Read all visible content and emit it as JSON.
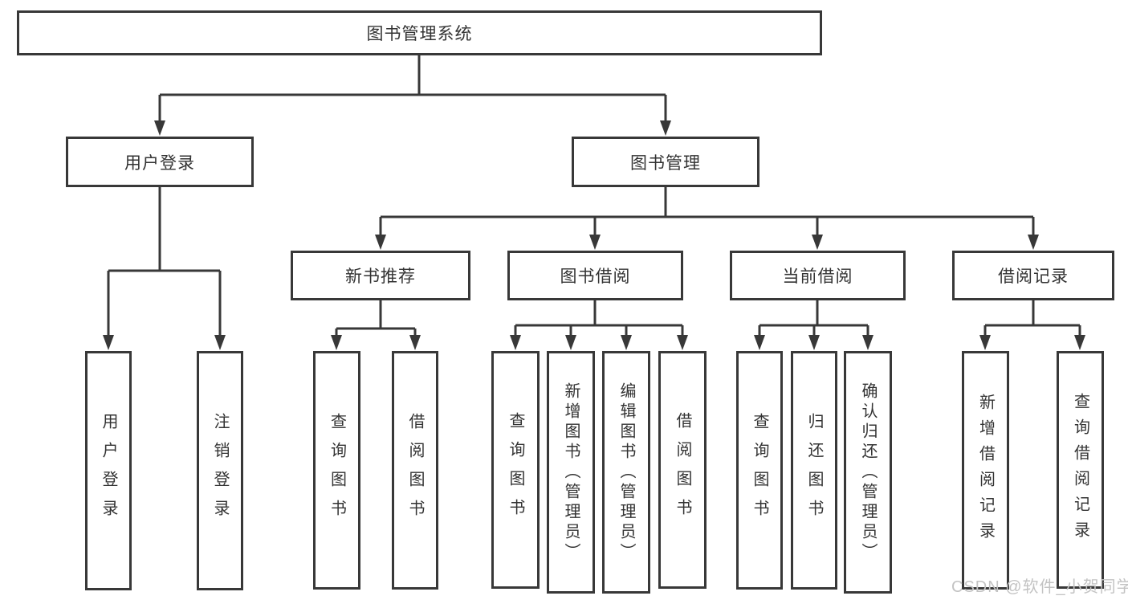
{
  "diagram": {
    "root": {
      "label": "图书管理系统"
    },
    "level2": {
      "user_login": {
        "label": "用户登录"
      },
      "book_mgmt": {
        "label": "图书管理"
      }
    },
    "level3": {
      "new_book": {
        "label": "新书推荐"
      },
      "book_borrow": {
        "label": "图书借阅"
      },
      "current_borrow": {
        "label": "当前借阅"
      },
      "borrow_record": {
        "label": "借阅记录"
      }
    },
    "leaves": {
      "user_login_leaf": {
        "label": "用户登录"
      },
      "logout": {
        "label": "注销登录"
      },
      "nb_query": {
        "label": "查询图书"
      },
      "nb_borrow": {
        "label": "借阅图书"
      },
      "bb_query": {
        "label": "查询图书"
      },
      "bb_add": {
        "label": "新增图书（管理员）"
      },
      "bb_edit": {
        "label": "编辑图书（管理员）"
      },
      "bb_borrow": {
        "label": "借阅图书"
      },
      "cb_query": {
        "label": "查询图书"
      },
      "cb_return": {
        "label": "归还图书"
      },
      "cb_confirm": {
        "label": "确认归还（管理员）"
      },
      "br_add": {
        "label": "新增借阅记录"
      },
      "br_query": {
        "label": "查询借阅记录"
      }
    }
  },
  "watermark": "CSDN @软件_小贺同学",
  "colors": {
    "line": "#383838",
    "text": "#333333",
    "watermark": "#c3c3c3",
    "background": "#ffffff"
  }
}
